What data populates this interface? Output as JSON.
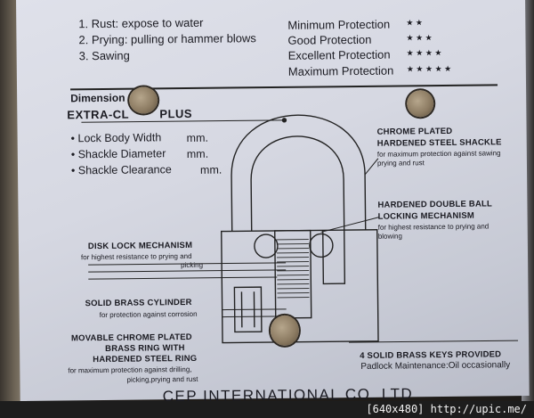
{
  "hazards": [
    "1. Rust: expose to water",
    "2. Prying: pulling or hammer blows",
    "3. Sawing"
  ],
  "ratings": [
    {
      "label": "Minimum Protection",
      "stars": "★ ★"
    },
    {
      "label": "Good Protection",
      "stars": "★ ★ ★"
    },
    {
      "label": "Excellent Protection",
      "stars": "★ ★ ★ ★"
    },
    {
      "label": "Maximum Protection",
      "stars": "★ ★ ★ ★ ★"
    }
  ],
  "dimensions": {
    "heading": "Dimension",
    "model": "EXTRA-CL",
    "model_suffix": "PLUS",
    "rows": [
      {
        "label": "• Lock Body Width",
        "unit": "mm."
      },
      {
        "label": "• Shackle Diameter",
        "unit": "mm."
      },
      {
        "label": "• Shackle Clearance",
        "unit": "mm."
      }
    ]
  },
  "callouts": {
    "shackle": {
      "title1": "CHROME PLATED",
      "title2": "HARDENED STEEL SHACKLE",
      "desc1": "for maximum protection against sawing",
      "desc2": "prying and rust"
    },
    "ball": {
      "title1": "HARDENED DOUBLE BALL",
      "title2": "LOCKING MECHANISM",
      "desc1": "for highest resistance to prying and",
      "desc2": "blowing"
    },
    "disk": {
      "title": "DISK LOCK MECHANISM",
      "desc1": "for highest resistance to prying and",
      "desc2": "picking"
    },
    "cylinder": {
      "title": "SOLID BRASS CYLINDER",
      "desc": "for protection against corrosion"
    },
    "ring": {
      "title1": "MOVABLE CHROME PLATED",
      "title2": "BRASS RING WITH",
      "title3": "HARDENED STEEL RING",
      "desc1": "for maximum protection against drilling,",
      "desc2": "picking,prying and rust"
    },
    "keys": {
      "title": "4 SOLID BRASS KEYS PROVIDED",
      "desc": "Padlock Maintenance:Oil occasionally"
    }
  },
  "footer_text": "CEP INTERNATIONAL CO. LTD",
  "watermark": "[640x480] http://upic.me/",
  "colors": {
    "card": "#d9dbe5",
    "ink": "#1b1b22",
    "hole": "#8d7c63"
  }
}
